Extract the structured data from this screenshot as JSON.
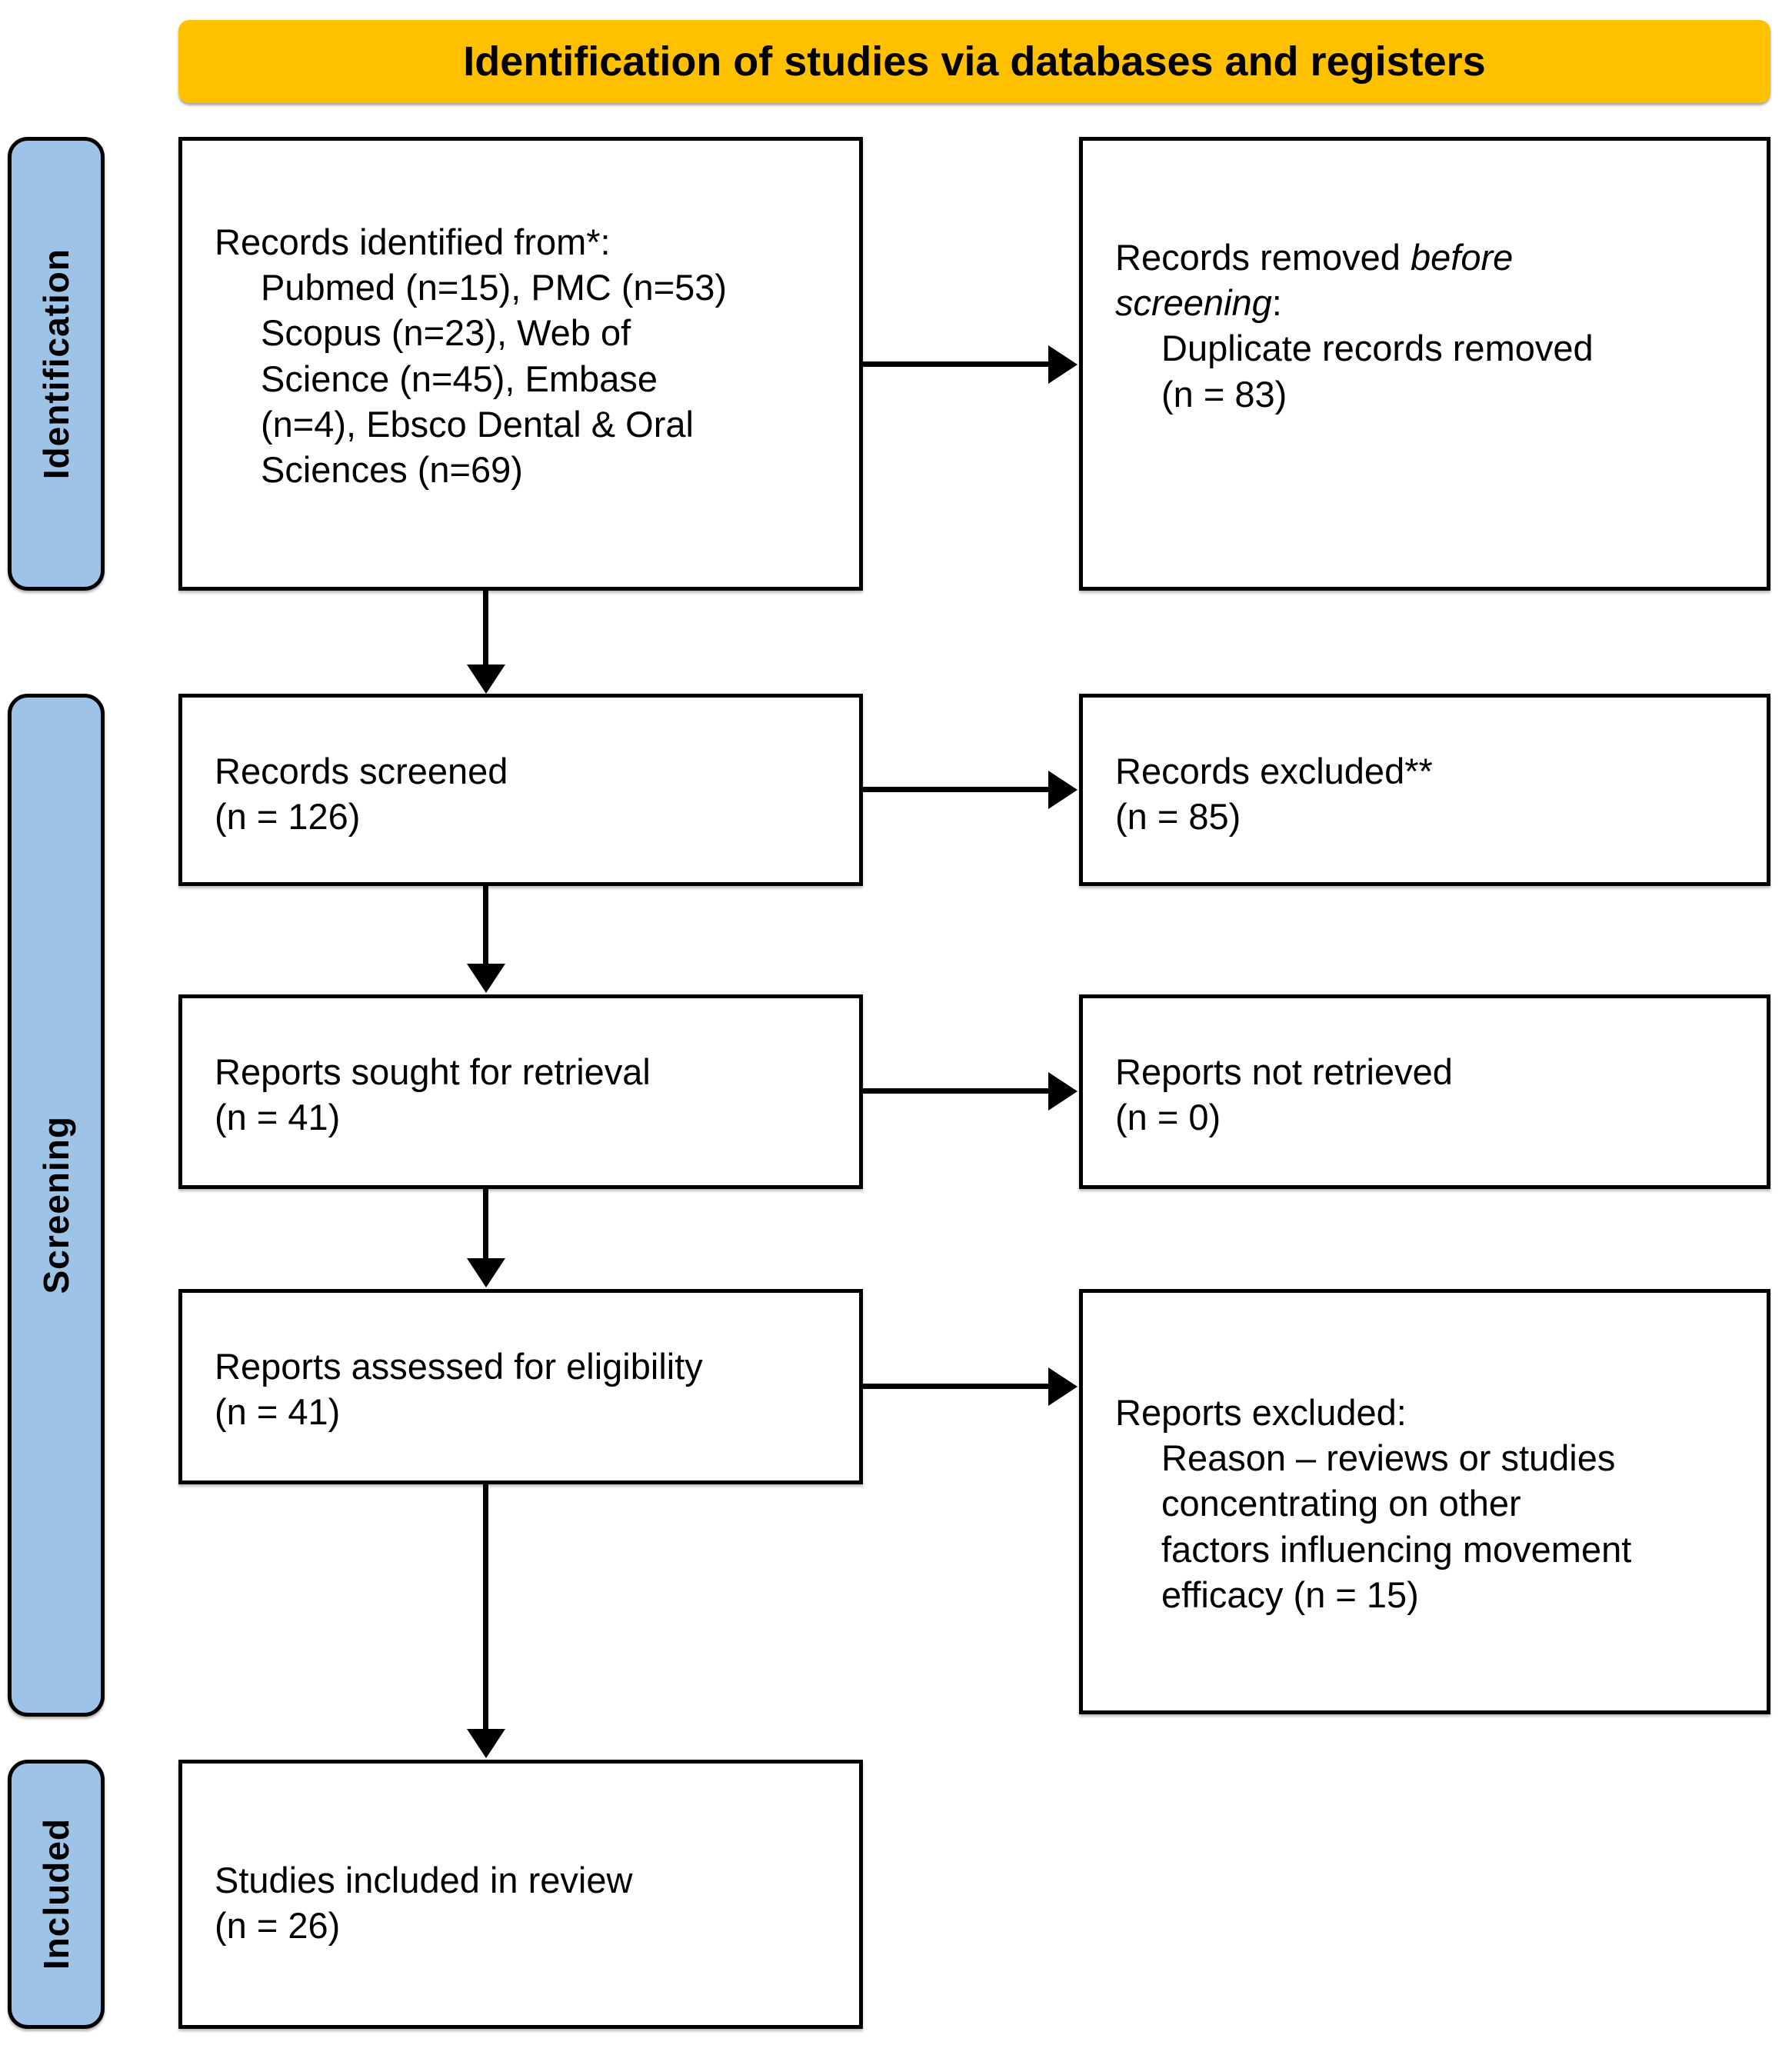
{
  "banner": {
    "title": "Identification of studies via databases and registers"
  },
  "colors": {
    "banner_fill": "#FFC000",
    "stage_fill": "#9DC3E6",
    "line": "#000000",
    "box_fill": "#FFFFFF"
  },
  "stages": [
    {
      "id": "identification",
      "label": "Identification"
    },
    {
      "id": "screening",
      "label": "Screening"
    },
    {
      "id": "included",
      "label": "Included"
    }
  ],
  "boxes": {
    "identified": {
      "line1": "Records identified from*:",
      "line2": "Pubmed (n=15), PMC (n=53)",
      "line3": "Scopus (n=23), Web of",
      "line4": "Science (n=45), Embase",
      "line5": "(n=4), Ebsco Dental & Oral",
      "line6": "Sciences (n=69)"
    },
    "removed": {
      "line1_a": "Records removed ",
      "line1_b": "before",
      "line2_a": "screening",
      "line2_b": ":",
      "line3": "Duplicate records removed",
      "line4": "(n = 83)"
    },
    "screened": {
      "line1": "Records screened",
      "line2": "(n = 126)"
    },
    "records_excluded": {
      "line1": "Records excluded**",
      "line2": "(n = 85)"
    },
    "sought": {
      "line1": "Reports sought for retrieval",
      "line2": "(n = 41)"
    },
    "not_retrieved": {
      "line1": "Reports not retrieved",
      "line2": "(n = 0)"
    },
    "assessed": {
      "line1": "Reports assessed for eligibility",
      "line2": "(n = 41)"
    },
    "reports_excluded": {
      "line1": "Reports excluded:",
      "line2": "Reason – reviews or studies",
      "line3": "concentrating on other",
      "line4": "factors influencing movement",
      "line5": "efficacy (n = 15)"
    },
    "included": {
      "line1": "Studies included in review",
      "line2": "(n = 26)"
    }
  }
}
